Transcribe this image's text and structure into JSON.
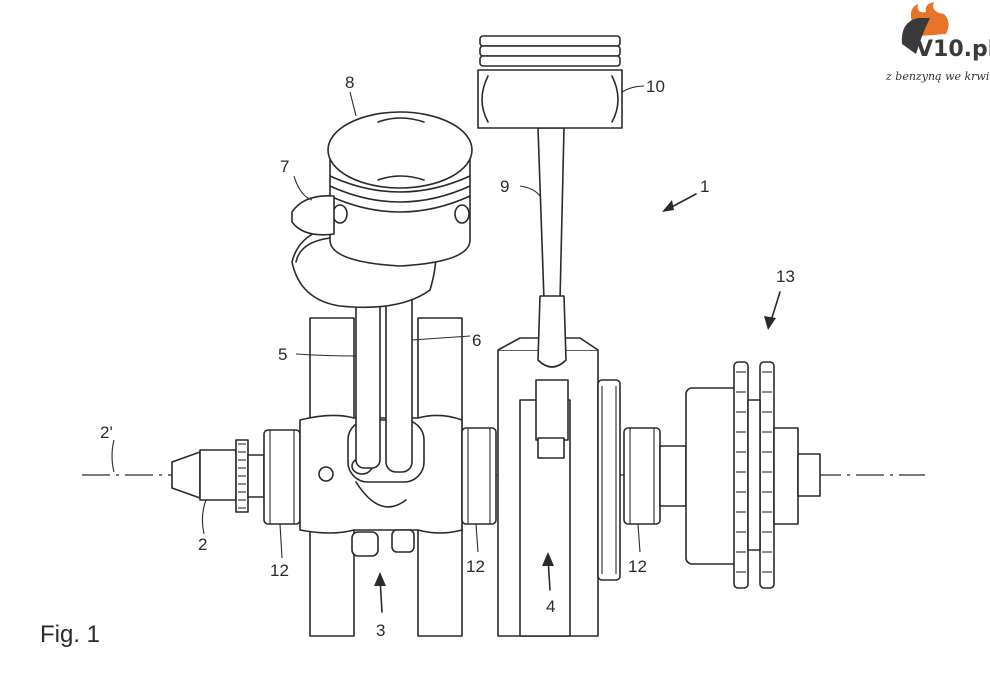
{
  "figure": {
    "caption": "Fig. 1"
  },
  "labels": {
    "l1": "1",
    "l2": "2",
    "l2p": "2'",
    "l3": "3",
    "l4": "4",
    "l5": "5",
    "l6": "6",
    "l7": "7",
    "l8": "8",
    "l9": "9",
    "l10": "10",
    "l12a": "12",
    "l12b": "12",
    "l12c": "12",
    "l13": "13"
  },
  "logo": {
    "text": "V10.pl",
    "tagline": "z benzyną we krwi",
    "colors": {
      "flame": "#e8742a",
      "mark": "#3a3a3a"
    }
  }
}
